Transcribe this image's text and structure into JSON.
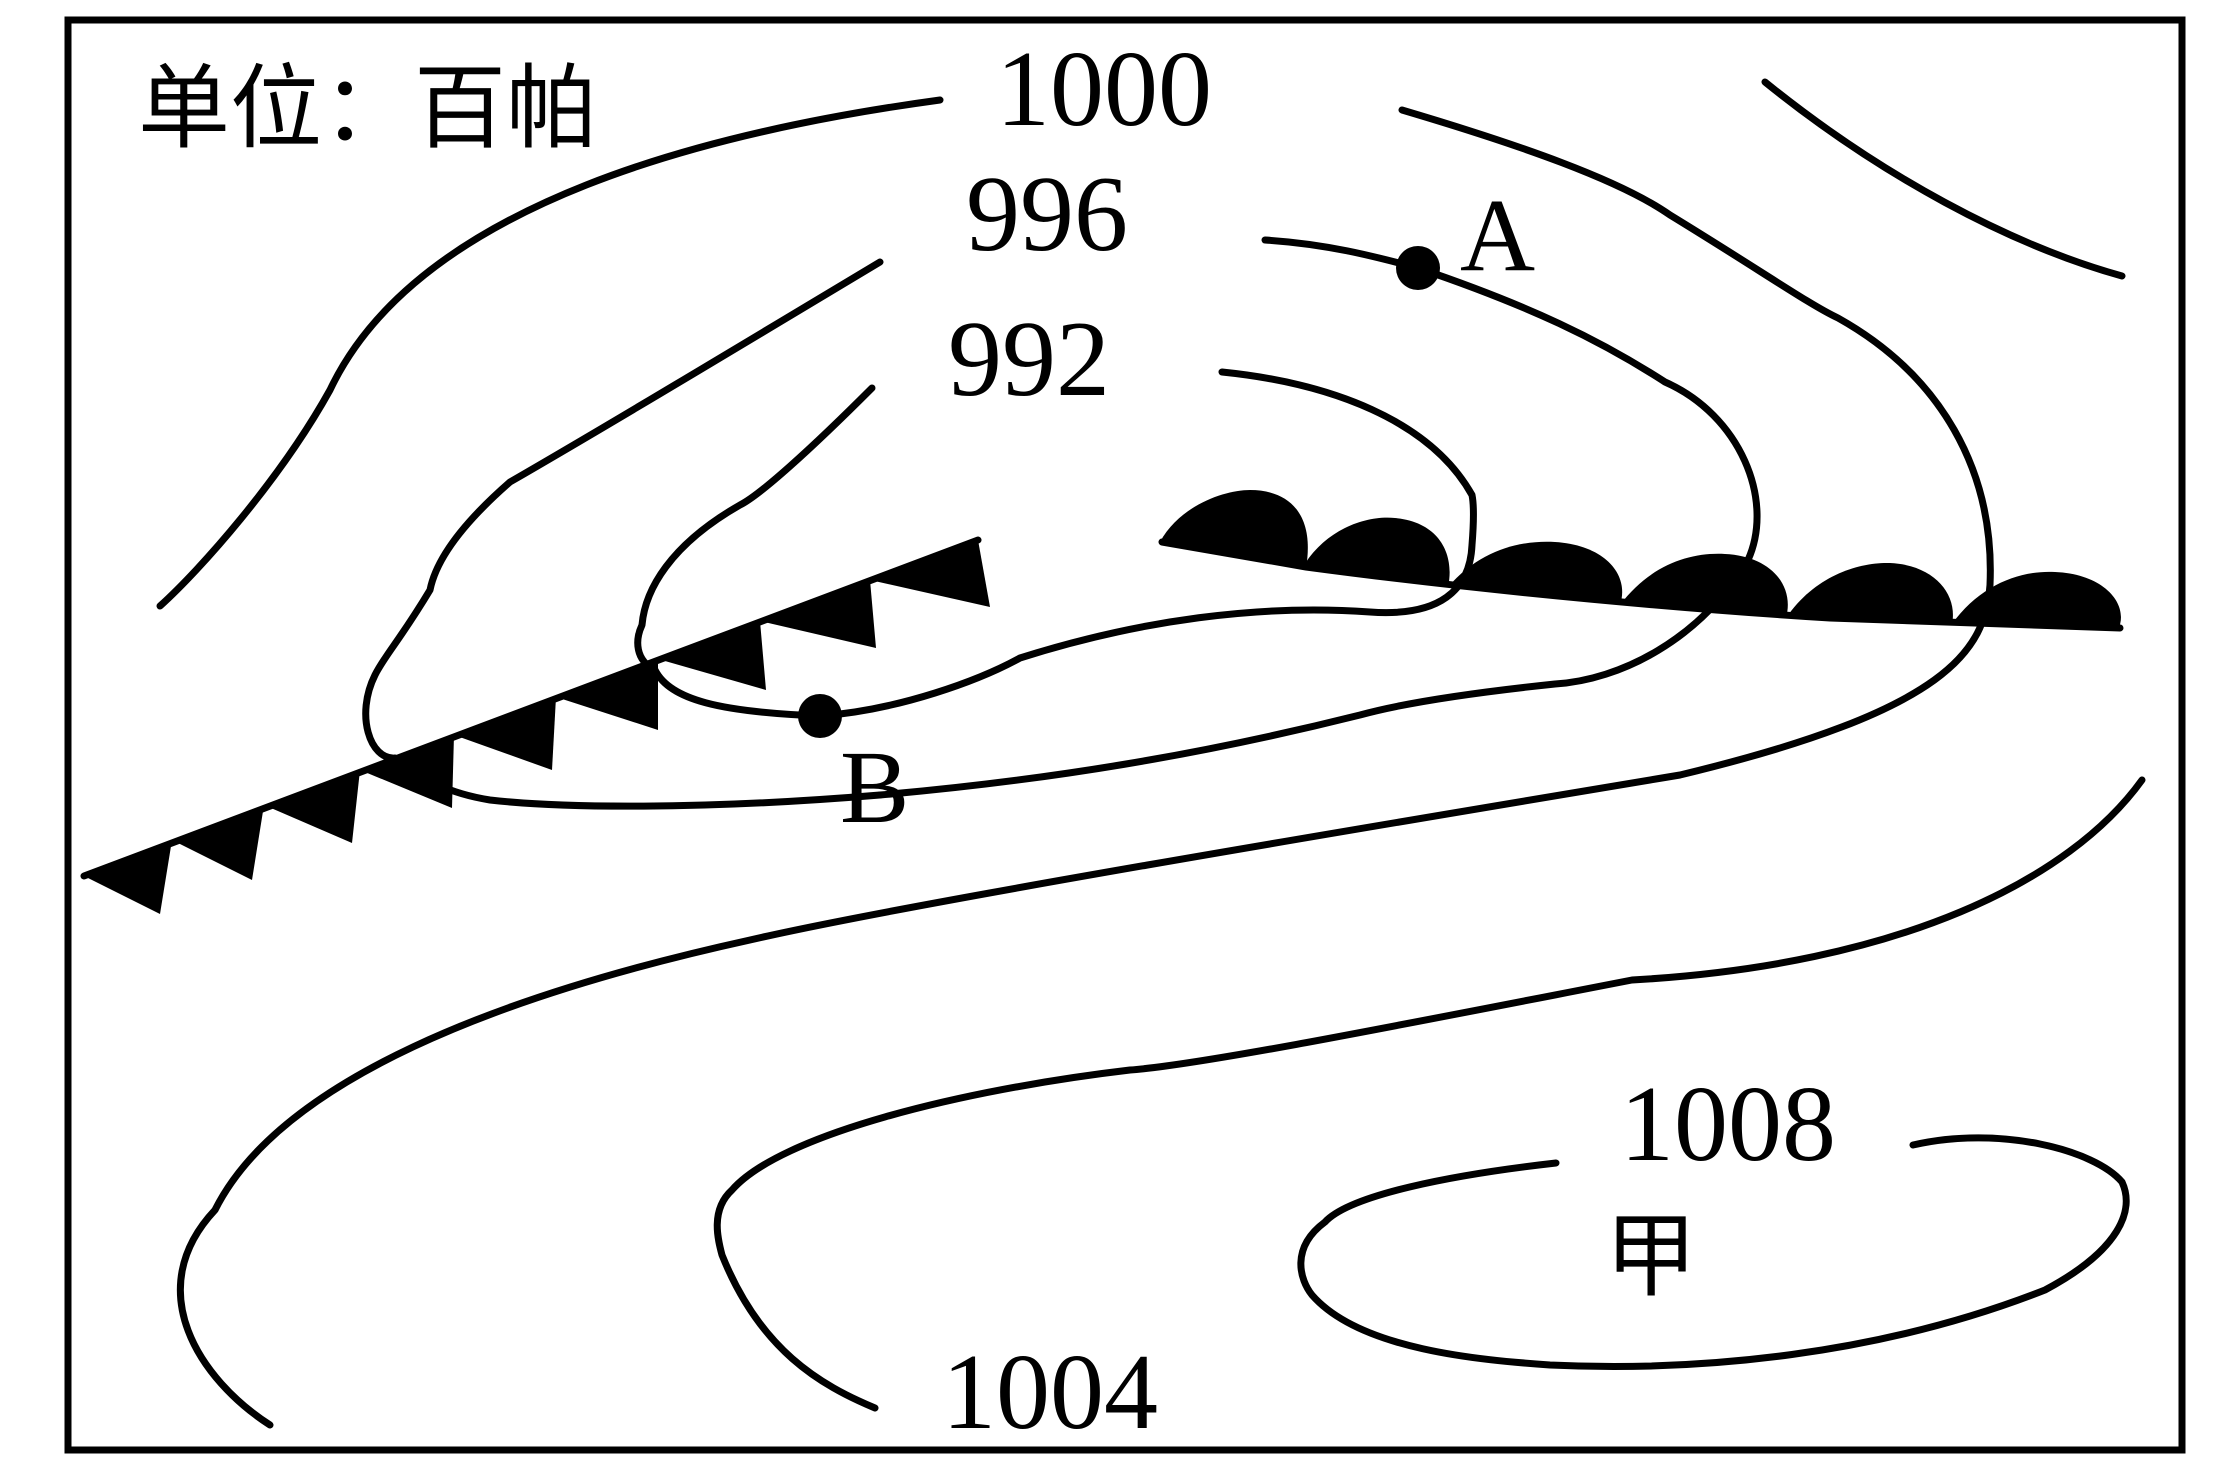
{
  "unit_label": "单位：百帕",
  "isobars": {
    "p1000": "1000",
    "p996": "996",
    "p992": "992",
    "p1004": "1004",
    "p1008": "1008"
  },
  "points": {
    "a": "A",
    "b": "B"
  },
  "high_label": "甲",
  "colors": {
    "ink": "#000000",
    "background": "#ffffff"
  }
}
